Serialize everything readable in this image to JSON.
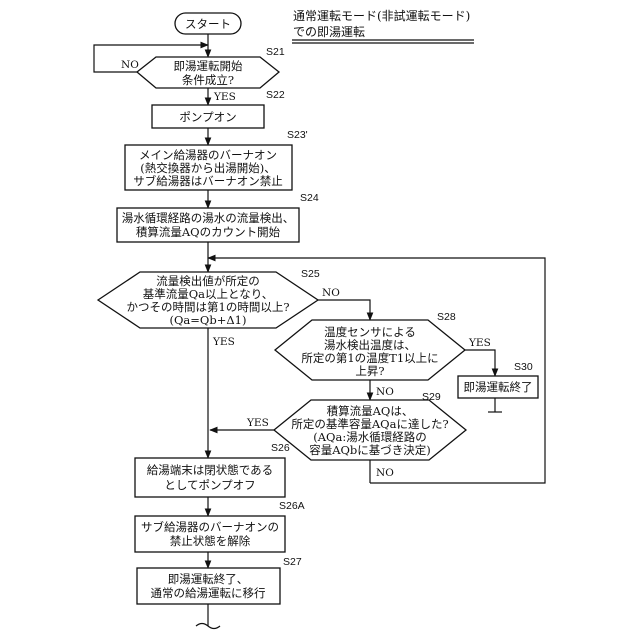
{
  "header": {
    "line1": "通常運転モード(非試運転モード)",
    "line2": "での即湯運転"
  },
  "start": {
    "label": "スタート"
  },
  "s21": {
    "step": "S21",
    "lines": [
      "即湯運転開始",
      "条件成立?"
    ],
    "no_label": "NO",
    "yes_label": "YES"
  },
  "s22": {
    "step": "S22",
    "lines": [
      "ポンプオン"
    ]
  },
  "s23": {
    "step": "S23'",
    "lines": [
      "メイン給湯器のバーナオン",
      "(熱交換器から出湯開始)、",
      "サブ給湯器はバーナオン禁止"
    ]
  },
  "s24": {
    "step": "S24",
    "lines": [
      "湯水循環経路の湯水の流量検出、",
      "積算流量AQのカウント開始"
    ]
  },
  "s25": {
    "step": "S25",
    "lines": [
      "流量検出値が所定の",
      "基準流量Qa以上となり、",
      "かつその時間は第1の時間以上?",
      "(Qa=Qb+Δ1)"
    ],
    "no_label": "NO",
    "yes_label": "YES"
  },
  "s28": {
    "step": "S28",
    "lines": [
      "温度センサによる",
      "湯水検出温度は、",
      "所定の第1の温度T1以上に",
      "上昇?"
    ],
    "no_label": "NO",
    "yes_label": "YES"
  },
  "s29": {
    "step": "S29",
    "lines": [
      "積算流量AQは、",
      "所定の基準容量AQaに達した?",
      "(AQa:湯水循環経路の",
      "容量AQbに基づき決定)"
    ],
    "no_label": "NO",
    "yes_label": "YES"
  },
  "s30": {
    "step": "S30",
    "lines": [
      "即湯運転終了"
    ]
  },
  "s26": {
    "step": "S26",
    "lines": [
      "給湯端末は閉状態である",
      "としてポンプオフ"
    ]
  },
  "s26a": {
    "step": "S26A",
    "lines": [
      "サブ給湯器のバーナオンの",
      "禁止状態を解除"
    ]
  },
  "s27": {
    "step": "S27",
    "lines": [
      "即湯運転終了、",
      "通常の給湯運転に移行"
    ]
  }
}
